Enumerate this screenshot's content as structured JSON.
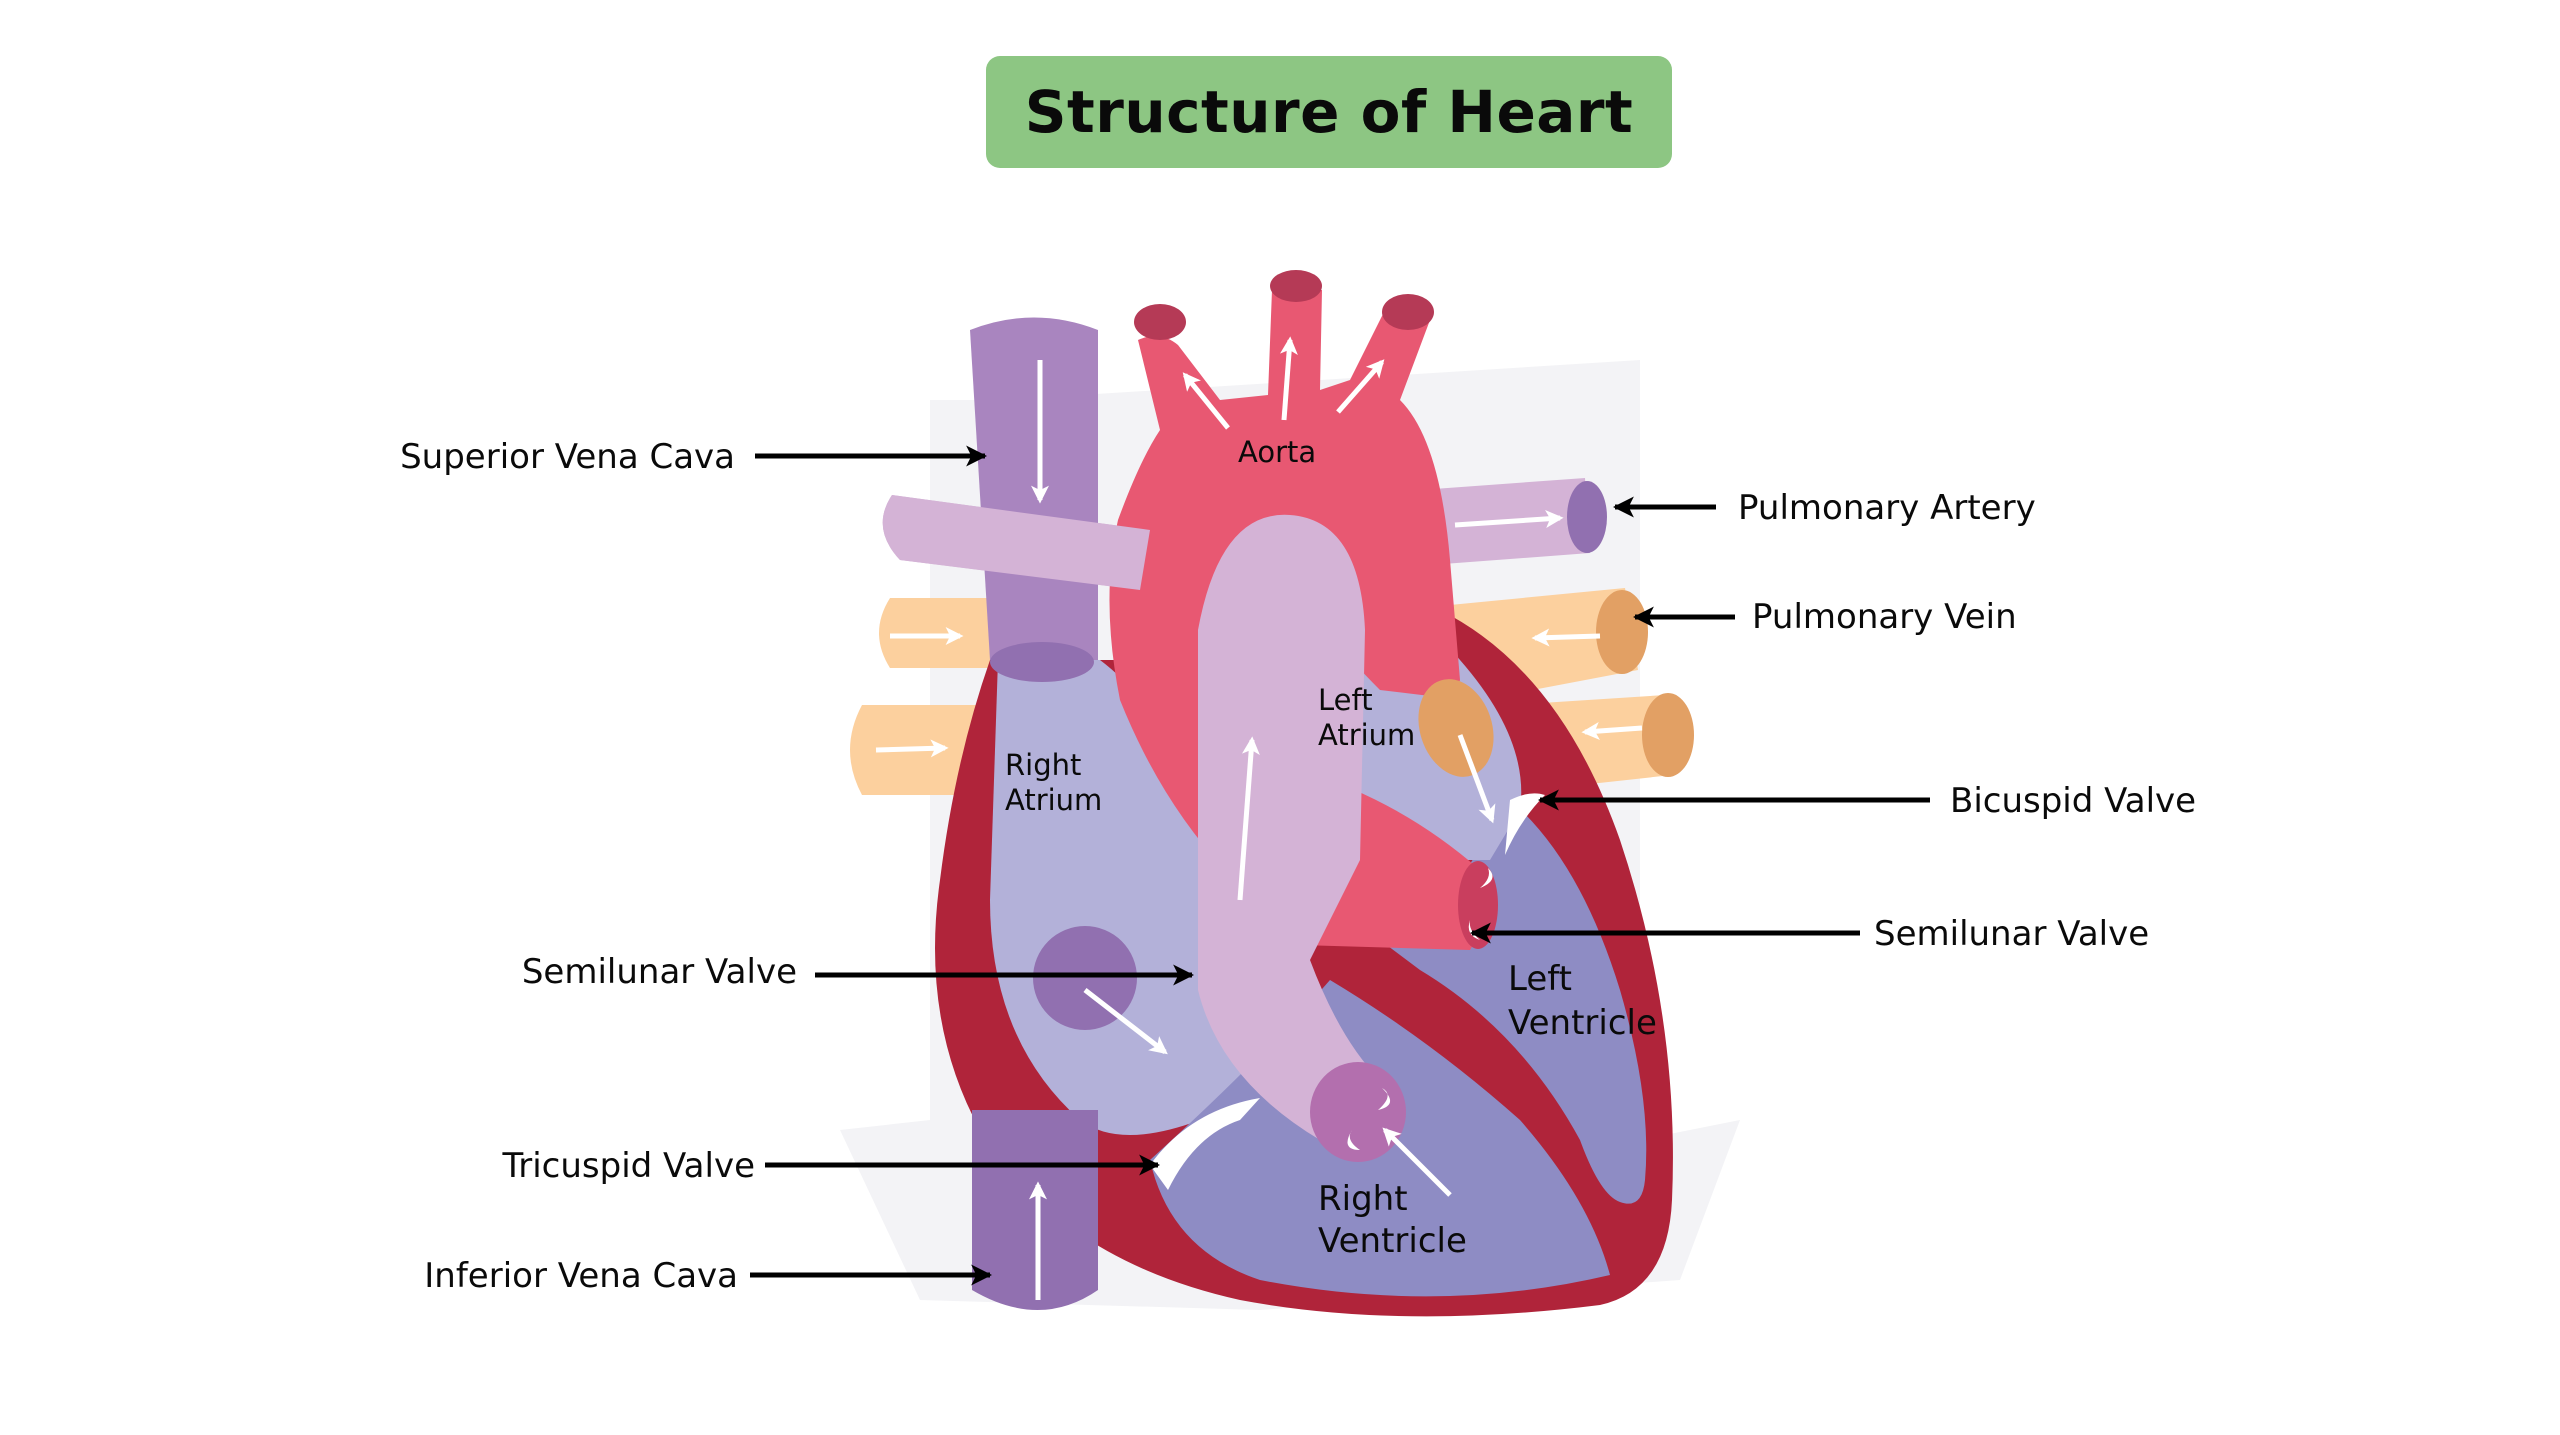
{
  "title": "Structure of Heart",
  "colors": {
    "title_bg": "#8dc683",
    "heart_wall": "#b0243a",
    "aorta": "#e85872",
    "aorta_dark": "#b53a56",
    "atrium": "#b3b1d9",
    "ventricle": "#8e8cc4",
    "pulmonary_trunk": "#d4b3d6",
    "vena_cava": "#a985bf",
    "vena_cava_dark": "#9170b0",
    "pulmonary_vein": "#fcd09e",
    "pulmonary_vein_end": "#e2a064",
    "valve_white": "#ffffff",
    "background_shape": "#f3f3f6"
  },
  "labels": {
    "superior_vena_cava": "Superior Vena Cava",
    "pulmonary_artery": "Pulmonary Artery",
    "pulmonary_vein": "Pulmonary Vein",
    "bicuspid_valve": "Bicuspid Valve",
    "semilunar_valve_right": "Semilunar Valve",
    "semilunar_valve_left": "Semilunar Valve",
    "tricuspid_valve": "Tricuspid Valve",
    "inferior_vena_cava": "Inferior Vena Cava"
  },
  "inner_labels": {
    "aorta": "Aorta",
    "left_atrium_1": "Left",
    "left_atrium_2": "Atrium",
    "right_atrium_1": "Right",
    "right_atrium_2": "Atrium",
    "left_ventricle_1": "Left",
    "left_ventricle_2": "Ventricle",
    "right_ventricle_1": "Right",
    "right_ventricle_2": "Ventricle"
  }
}
